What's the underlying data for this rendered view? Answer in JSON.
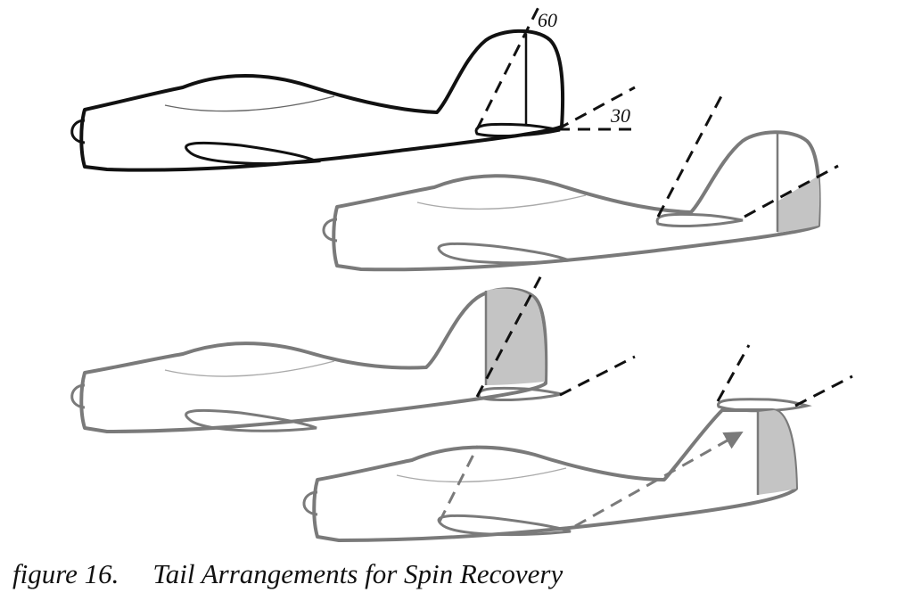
{
  "caption": {
    "figure_number": "figure 16.",
    "title": "Tail Arrangements for Spin Recovery"
  },
  "angle_labels": {
    "upper": "60",
    "lower": "30"
  },
  "colors": {
    "outline_primary": "#111111",
    "outline_secondary": "#7a7a7a",
    "rudder_shading": "#c4c4c4",
    "background": "#ffffff"
  }
}
